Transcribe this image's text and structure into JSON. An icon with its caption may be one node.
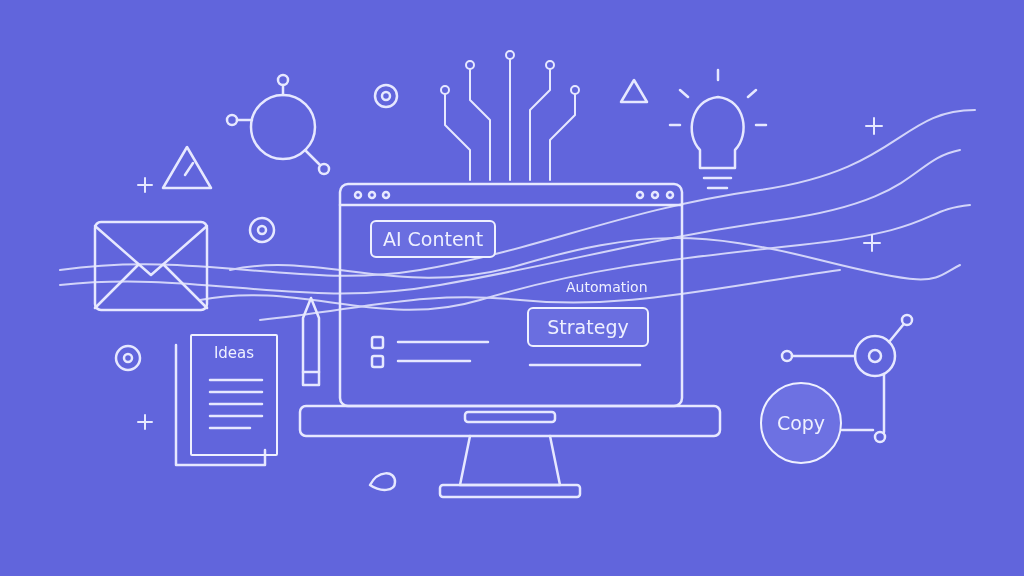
{
  "diagram": {
    "nodes": [
      {
        "text": [
          "AI Content"
        ]
      },
      {
        "text": [
          "Strategy"
        ]
      },
      {
        "text": [
          "Ideas"
        ]
      },
      {
        "text": [
          "Copy"
        ]
      }
    ],
    "edges": [],
    "labels": [
      "Automation"
    ]
  }
}
